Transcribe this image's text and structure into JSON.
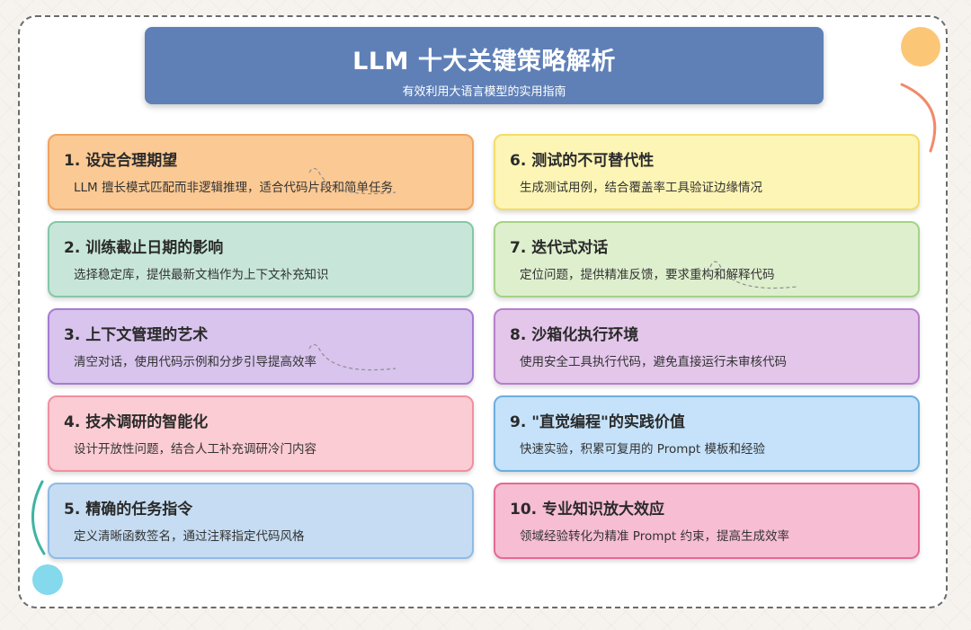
{
  "header": {
    "title": "LLM 十大关键策略解析",
    "subtitle": "有效利用大语言模型的实用指南"
  },
  "cards": [
    {
      "title": "1. 设定合理期望",
      "desc": "LLM 擅长模式匹配而非逻辑推理，适合代码片段和简单任务"
    },
    {
      "title": "2. 训练截止日期的影响",
      "desc": "选择稳定库，提供最新文档作为上下文补充知识"
    },
    {
      "title": "3. 上下文管理的艺术",
      "desc": "清空对话，使用代码示例和分步引导提高效率"
    },
    {
      "title": "4. 技术调研的智能化",
      "desc": "设计开放性问题，结合人工补充调研冷门内容"
    },
    {
      "title": "5. 精确的任务指令",
      "desc": "定义清晰函数签名，通过注释指定代码风格"
    },
    {
      "title": "6. 测试的不可替代性",
      "desc": "生成测试用例，结合覆盖率工具验证边缘情况"
    },
    {
      "title": "7. 迭代式对话",
      "desc": "定位问题，提供精准反馈，要求重构和解释代码"
    },
    {
      "title": "8. 沙箱化执行环境",
      "desc": "使用安全工具执行代码，避免直接运行未审核代码"
    },
    {
      "title": "9. \"直觉编程\"的实践价值",
      "desc": "快速实验，积累可复用的 Prompt 模板和经验"
    },
    {
      "title": "10. 专业知识放大效应",
      "desc": "领域经验转化为精准 Prompt 约束，提高生成效率"
    }
  ],
  "colors": {
    "header_bg": "#5f80b7",
    "card_1": "#fbc993",
    "card_2": "#c7e6d9",
    "card_3": "#d8c4ed",
    "card_4": "#fbccd3",
    "card_5": "#c5dcf2",
    "card_6": "#fdf5b5",
    "card_7": "#deefcd",
    "card_8": "#e3c6ea",
    "card_9": "#c5e2fa",
    "card_10": "#f7bdd2"
  }
}
